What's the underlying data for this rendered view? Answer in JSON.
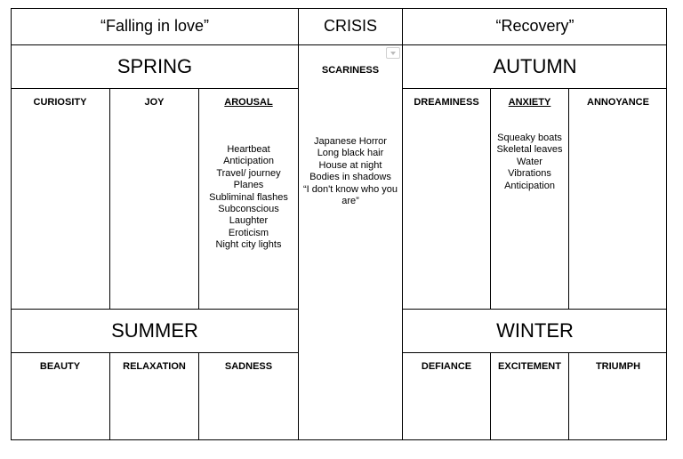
{
  "header": {
    "falling": "“Falling in love”",
    "crisis": "CRISIS",
    "recovery": "“Recovery”"
  },
  "seasons": {
    "spring": "SPRING",
    "autumn": "AUTUMN",
    "summer": "SUMMER",
    "winter": "WINTER"
  },
  "emotions": {
    "curiosity": "CURIOSITY",
    "joy": "JOY",
    "arousal": "AROUSAL",
    "scariness": "SCARINESS",
    "dreaminess": "DREAMINESS",
    "anxiety": "ANXIETY",
    "annoyance": "ANNOYANCE",
    "beauty": "BEAUTY",
    "relaxation": "RELAXATION",
    "sadness": "SADNESS",
    "defiance": "DEFIANCE",
    "excitement": "EXCITEMENT",
    "triumph": "TRIUMPH"
  },
  "lists": {
    "arousal": [
      "Heartbeat",
      "Anticipation",
      "Travel/ journey",
      "Planes",
      "Subliminal flashes",
      "Subconscious",
      "Laughter",
      "Eroticism",
      "Night city lights"
    ],
    "scariness": [
      "Japanese Horror",
      "Long black hair",
      "House at night",
      "Bodies in shadows",
      "“I don't know who you",
      "are”"
    ],
    "anxiety": [
      "Squeaky boats",
      "Skeletal leaves",
      "Water",
      "Vibrations",
      "Anticipation"
    ]
  }
}
